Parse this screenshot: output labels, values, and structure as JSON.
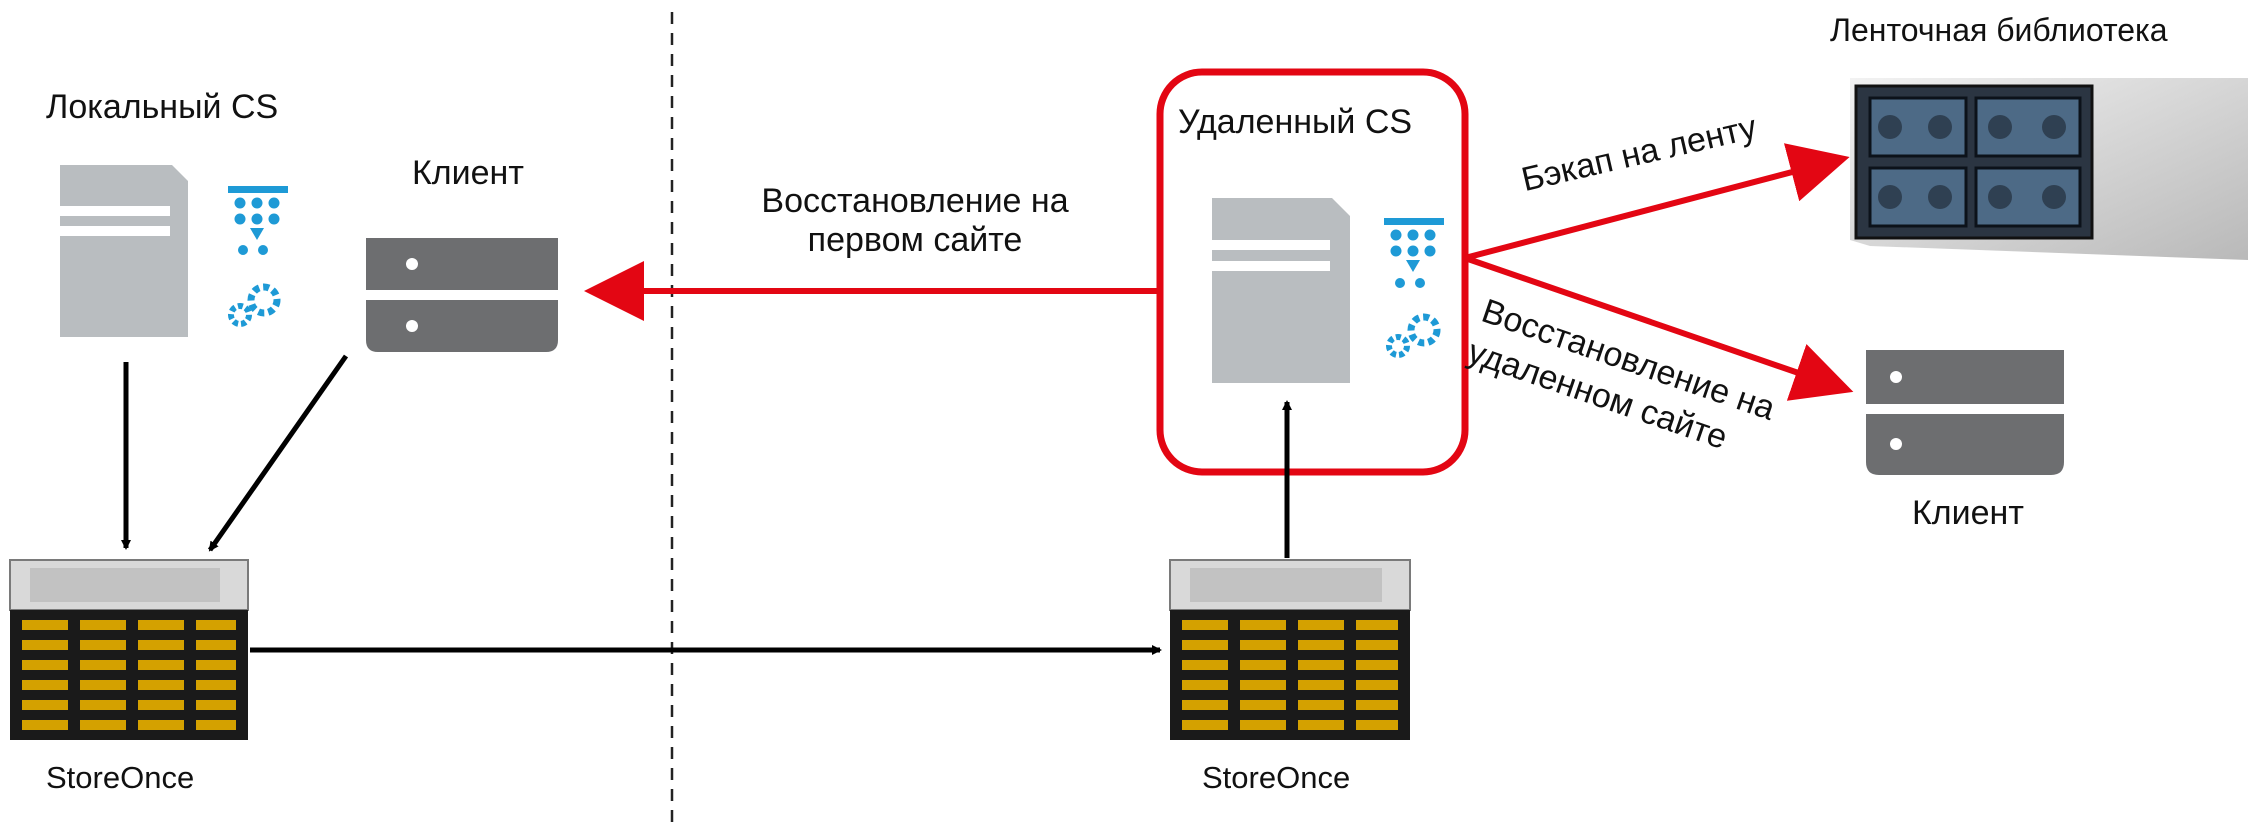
{
  "local_site": {
    "cs_label": "Локальный CS",
    "client_label": "Клиент",
    "storage_label": "StoreOnce"
  },
  "remote_site": {
    "cs_label": "Удаленный CS",
    "tape_library_label": "Ленточная библиотека",
    "client_label": "Клиент",
    "storage_label": "StoreOnce"
  },
  "flows": {
    "restore_first_site": "Восстановление на первом сайте",
    "restore_first_site_line1": "Восстановление на",
    "restore_first_site_line2": "первом сайте",
    "backup_to_tape": "Бэкап на ленту",
    "restore_remote_site_line1": "Восстановление на",
    "restore_remote_site_line2": "удаленном сайте"
  },
  "colors": {
    "accent_red": "#e30613",
    "server_gray": "#b9bdc0",
    "client_gray": "#6d6e70",
    "icon_blue": "#1e9ad6"
  }
}
